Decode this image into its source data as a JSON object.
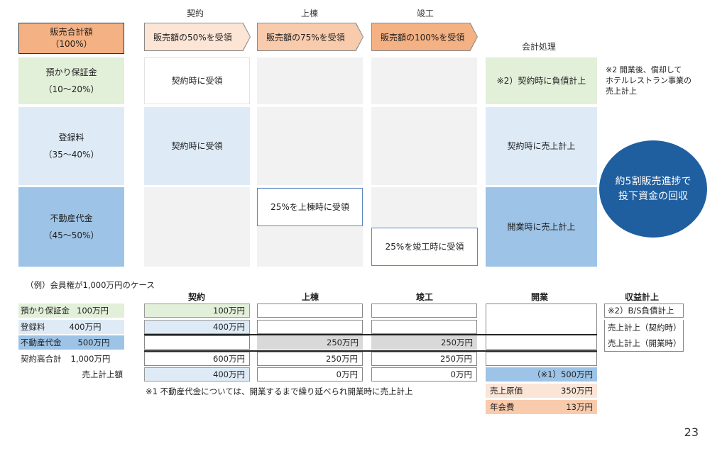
{
  "stages": [
    "契約",
    "上棟",
    "竣工"
  ],
  "accounting_label": "会計処理",
  "sales_total": {
    "line1": "販売合計額",
    "line2": "（100%）"
  },
  "arrows": [
    "販売額の50%を受領",
    "販売額の75%を受領",
    "販売額の100%を受領"
  ],
  "rows": [
    {
      "name": "預かり保証金",
      "pct": "（10〜20%）",
      "stage1": "契約時に受領",
      "accounting": "※2）契約時に負債計上"
    },
    {
      "name": "登録料",
      "pct": "（35〜40%）",
      "stage1": "契約時に受領",
      "accounting": "契約時に売上計上"
    },
    {
      "name": "不動産代金",
      "pct": "（45〜50%）",
      "stage2": "25%を上棟時に受領",
      "stage3": "25%を竣工時に受領",
      "accounting": "開業時に売上計上"
    }
  ],
  "note2": {
    "line1": "※2 開業後、償却して",
    "line2": "ホテルレストラン事業の",
    "line3": "売上計上"
  },
  "circle": {
    "line1": "約5割販売進捗で",
    "line2": "投下資金の回収"
  },
  "example_title": "（例）会員権が1,000万円のケース",
  "bottom_heads": {
    "contract": "契約",
    "jotou": "上棟",
    "shunkou": "竣工",
    "kaigyou": "開業",
    "revenue": "収益計上"
  },
  "bottom_rows": {
    "deposit": {
      "label": "預かり保証金",
      "amount": "100万円",
      "contract": "100万円"
    },
    "reg": {
      "label": "登録料",
      "amount": "400万円",
      "contract": "400万円"
    },
    "realestate": {
      "label": "不動産代金",
      "amount": "500万円",
      "jotou": "250万円",
      "shunkou": "250万円"
    },
    "total": {
      "label": "契約高合計",
      "amount": "1,000万円",
      "contract": "600万円",
      "jotou": "250万円",
      "shunkou": "250万円"
    },
    "sales": {
      "label": "売上計上額",
      "contract": "400万円",
      "jotou": "0万円",
      "shunkou": "0万円",
      "kaigyou": "（※1）500万円"
    }
  },
  "revenue_items": [
    "※2）B/S負債計上",
    "売上計上（契約時）",
    "売上計上（開業時）"
  ],
  "note1": "※1 不動産代金については、開業するまで繰り延べられ開業時に売上計上",
  "cost": {
    "label": "売上原価",
    "value": "350万円"
  },
  "annual_fee": {
    "label": "年会費",
    "value": "13万円"
  },
  "page_number": "23"
}
